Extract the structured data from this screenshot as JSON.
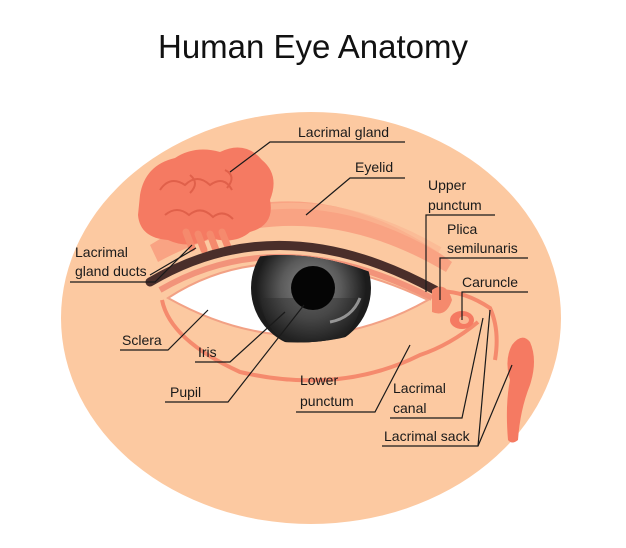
{
  "title": "Human Eye Anatomy",
  "labels": {
    "lacrimal_gland": "Lacrimal gland",
    "eyelid": "Eyelid",
    "upper_punctum_1": "Upper",
    "upper_punctum_2": "punctum",
    "plica_1": "Plica",
    "plica_2": "semilunaris",
    "caruncle": "Caruncle",
    "gland_ducts_1": "Lacrimal",
    "gland_ducts_2": "gland ducts",
    "sclera": "Sclera",
    "iris": "Iris",
    "pupil": "Pupil",
    "lower_punctum_1": "Lower",
    "lower_punctum_2": "punctum",
    "lacrimal_canal_1": "Lacrimal",
    "lacrimal_canal_2": "canal",
    "lacrimal_sack": "Lacrimal sack"
  },
  "colors": {
    "skin": "#fcc9a1",
    "eyelid": "#f89f7f",
    "gland": "#f57a62",
    "sclera": "#ffffff",
    "iris_outer": "#1c1c1c",
    "iris_inner": "#6b6b6b",
    "pupil": "#050505",
    "lashes": "#4a2e2a",
    "duct": "#f58a6d"
  }
}
